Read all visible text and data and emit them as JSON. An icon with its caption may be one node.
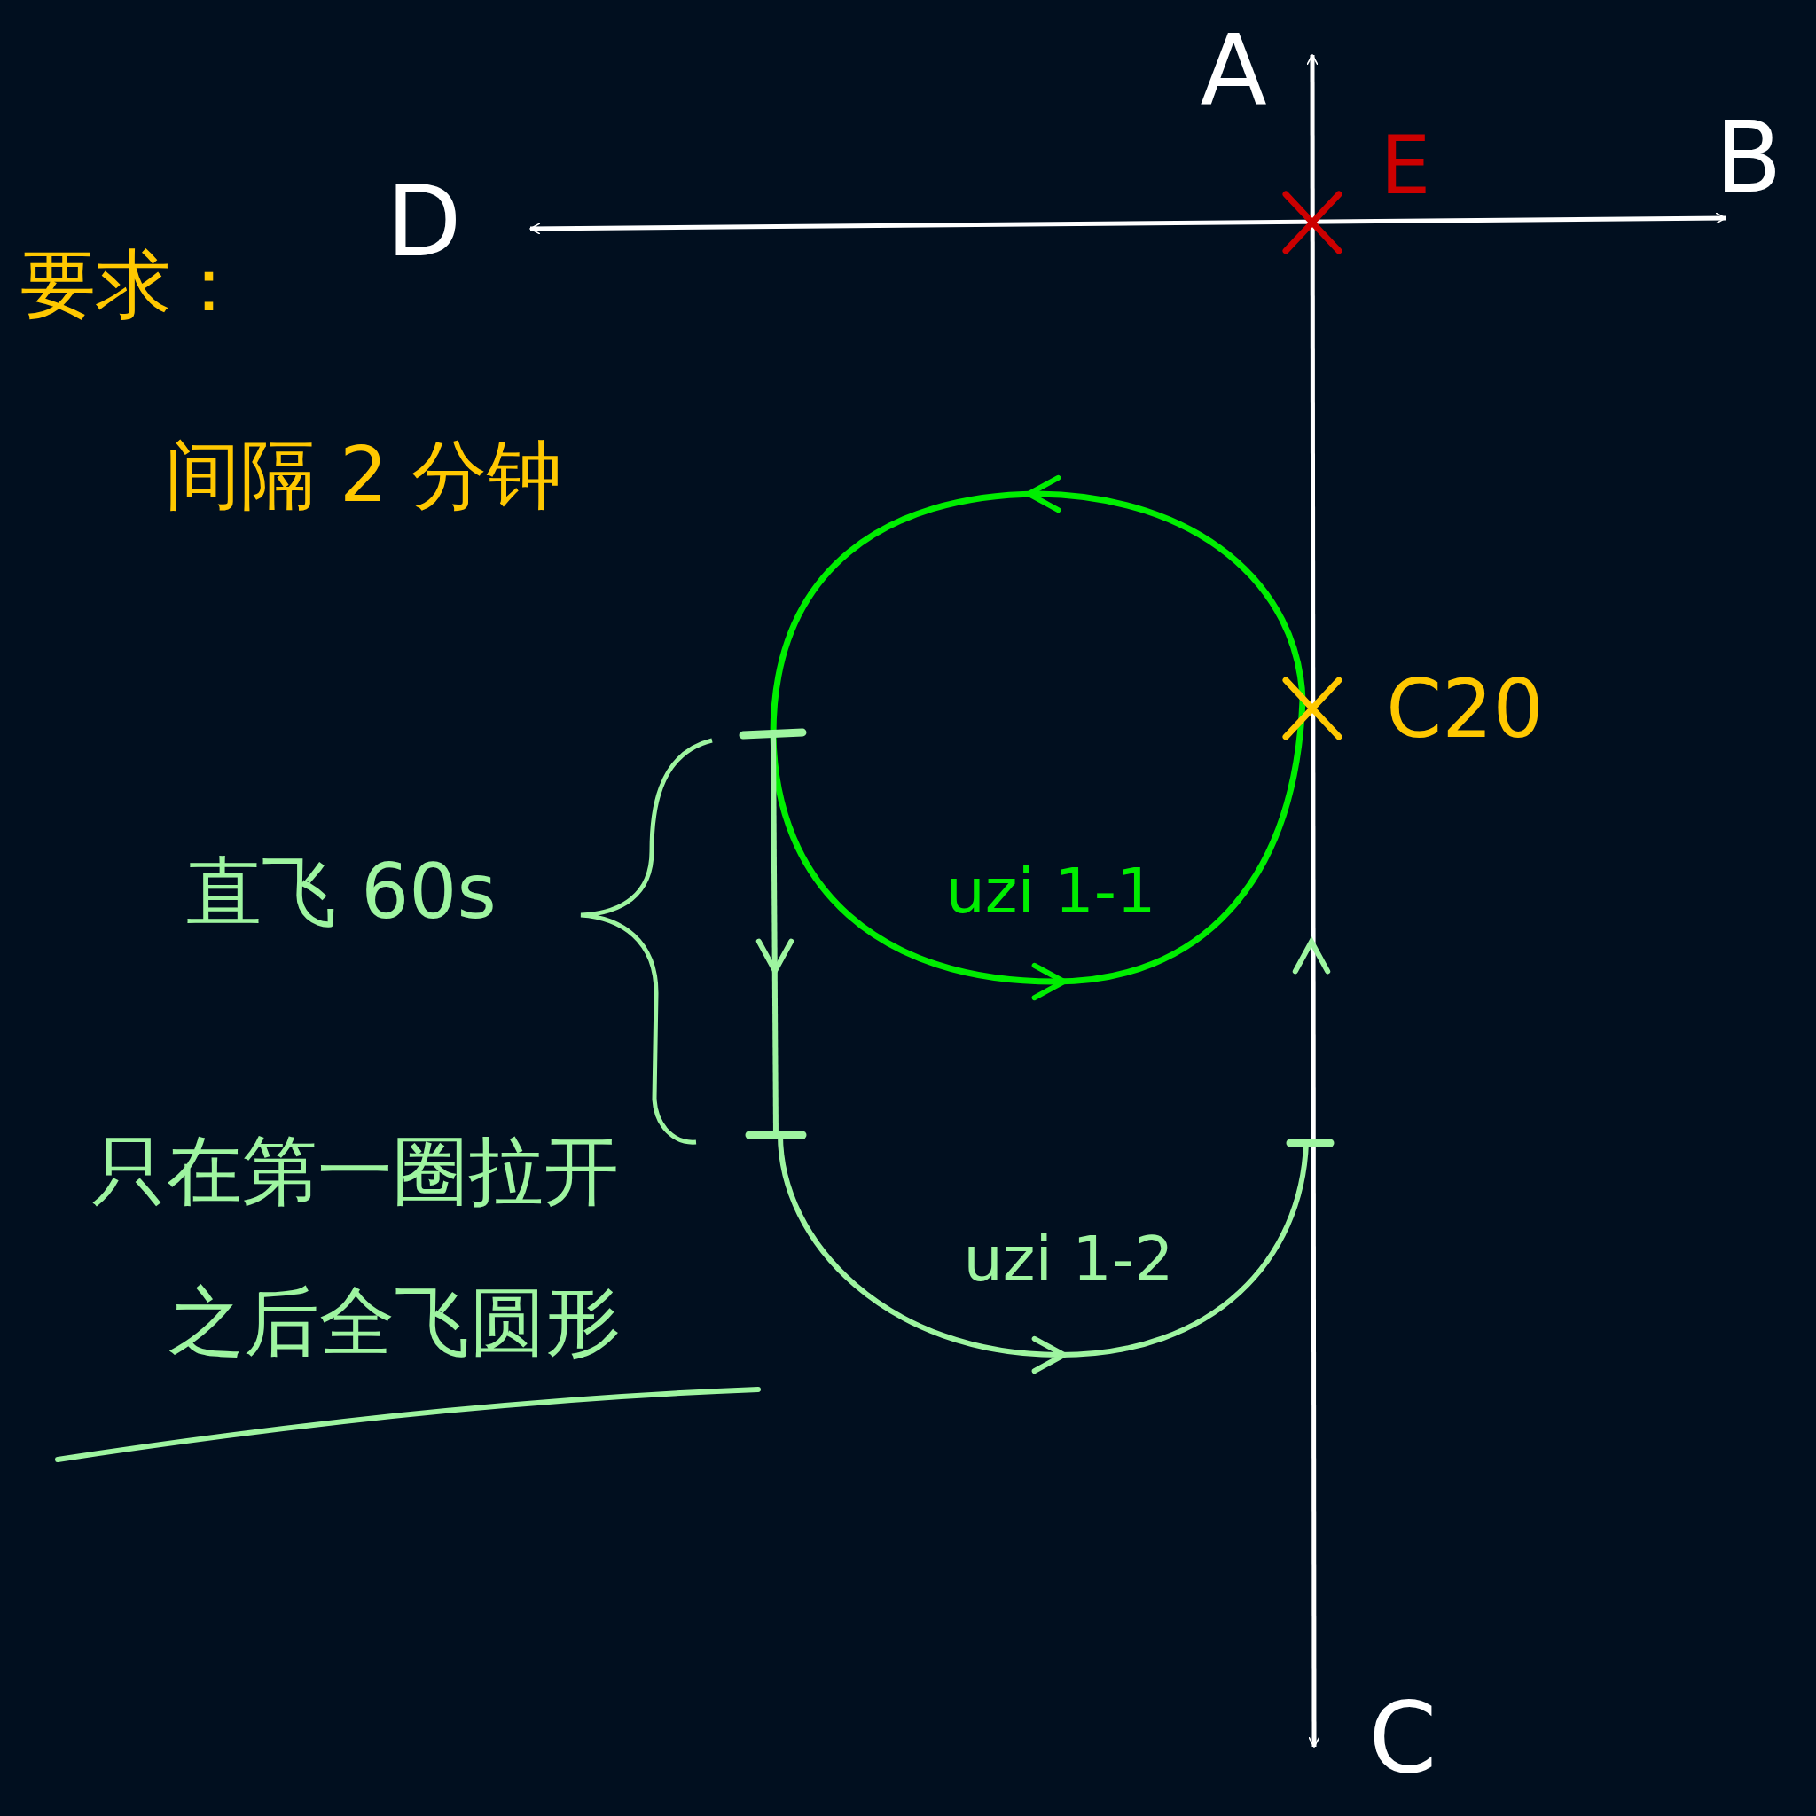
{
  "diagram": {
    "nodes": [
      {
        "text": [
          "A"
        ]
      },
      {
        "text": [
          "B"
        ]
      },
      {
        "text": [
          "C"
        ]
      },
      {
        "text": [
          "D"
        ]
      }
    ],
    "edges": [
      {
        "from": 3,
        "to": 1,
        "arrow": "both"
      },
      {
        "from": 0,
        "to": 2,
        "arrow": "both"
      }
    ],
    "labels": [
      "E",
      "要求：",
      "间隔 2 分钟",
      "C20",
      "直飞 60s",
      "uzi 1-1",
      "只在第一圈拉开",
      "uzi 1-2",
      "之后全飞圆形"
    ]
  }
}
